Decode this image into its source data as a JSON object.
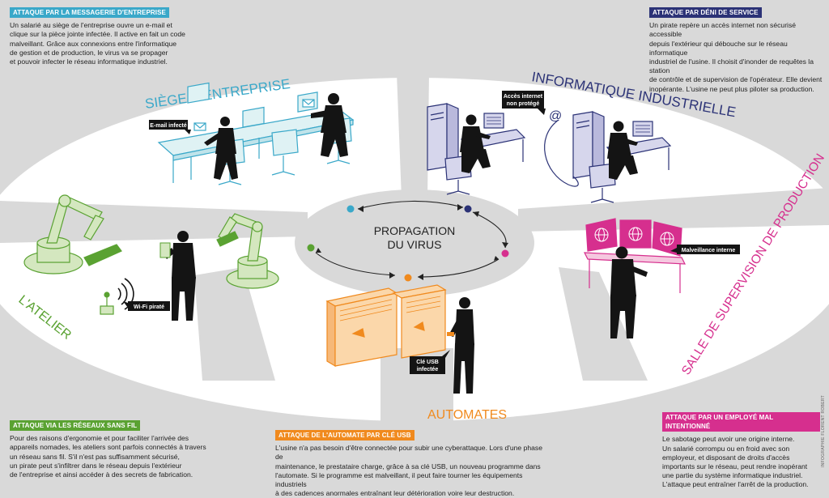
{
  "colors": {
    "background": "#d9d9d9",
    "ring": "#ffffff",
    "cyan": "#3aa8c9",
    "navy": "#2b3276",
    "green": "#5aa232",
    "orange": "#f08a1e",
    "magenta": "#d62f8e",
    "teal_fill": "#dff2f4",
    "lilac_fill": "#d6d6ec",
    "green_fill": "#d4e7bf",
    "orange_fill": "#fbd7aa",
    "pink_fill": "#f5c8df",
    "silhouette": "#141414"
  },
  "center": {
    "line1": "PROPAGATION",
    "line2": "DU VIRUS"
  },
  "zones": {
    "siege": "SIÈGE D'ENTREPRISE",
    "informatique": "INFORMATIQUE INDUSTRIELLE",
    "atelier": "L'ATELIER",
    "salle": "SALLE DE SUPERVISION DE PRODUCTION",
    "automates": "AUTOMATES"
  },
  "labels": {
    "email": "E-mail infecté",
    "acces_line1": "Accès internet",
    "acces_line2": "non protégé",
    "wifi": "Wi-Fi piraté",
    "malveillance": "Malveillance interne",
    "usb_line1": "Clé USB",
    "usb_line2": "infectée",
    "at_sign": "@"
  },
  "boxes": {
    "messagerie": {
      "title": "ATTAQUE PAR LA MESSAGERIE D'ENTREPRISE",
      "lines": [
        "Un salarié au siège de l'entreprise ouvre un e-mail et",
        "clique sur la pièce jointe infectée. Il active en fait un code",
        "malveillant. Grâce aux connexions entre l'informatique",
        "de gestion et de production, le virus va se propager",
        "et pouvoir infecter le réseau informatique industriel."
      ]
    },
    "deni": {
      "title": "ATTAQUE PAR DÉNI DE SERVICE",
      "lines": [
        "Un pirate repère un accès internet non sécurisé accessible",
        "depuis l'extérieur qui débouche sur le réseau informatique",
        "industriel de l'usine. Il choisit d'inonder de requêtes la station",
        "de contrôle et de supervision de l'opérateur. Elle devient",
        "inopérante. L'usine ne peut plus piloter sa production."
      ]
    },
    "sansfil": {
      "title": "ATTAQUE VIA LES RÉSEAUX SANS FIL",
      "lines": [
        "Pour des raisons d'ergonomie et pour faciliter l'arrivée des",
        "appareils nomades, les ateliers sont parfois connectés à travers",
        "un réseau sans fil. S'il n'est pas suffisamment sécurisé,",
        "un pirate peut s'infiltrer dans le réseau depuis l'extérieur",
        "de l'entreprise et ainsi accéder à des secrets de fabrication."
      ]
    },
    "usb": {
      "title": "ATTAQUE DE L'AUTOMATE PAR CLÉ USB",
      "lines": [
        "L'usine n'a pas besoin d'être connectée pour subir une cyberattaque. Lors d'une phase de",
        "maintenance, le prestataire charge, grâce à sa clé USB, un nouveau programme dans",
        "l'automate. Si le programme est malveillant, il peut faire tourner les équipements industriels",
        "à des cadences anormales entraînant leur détérioration voire leur destruction."
      ]
    },
    "employe": {
      "title": "ATTAQUE PAR UN EMPLOYÉ MAL INTENTIONNÉ",
      "lines": [
        "Le sabotage peut avoir une origine interne.",
        "Un salarié corrompu ou en froid avec son",
        "employeur, et disposant de droits d'accès",
        "importants sur le réseau, peut rendre inopérant",
        "une partie du système informatique industriel.",
        "L'attaque peut entraîner l'arrêt de la production."
      ]
    }
  },
  "credit": "INFOGRAPHIE FLORENT ROBERT"
}
